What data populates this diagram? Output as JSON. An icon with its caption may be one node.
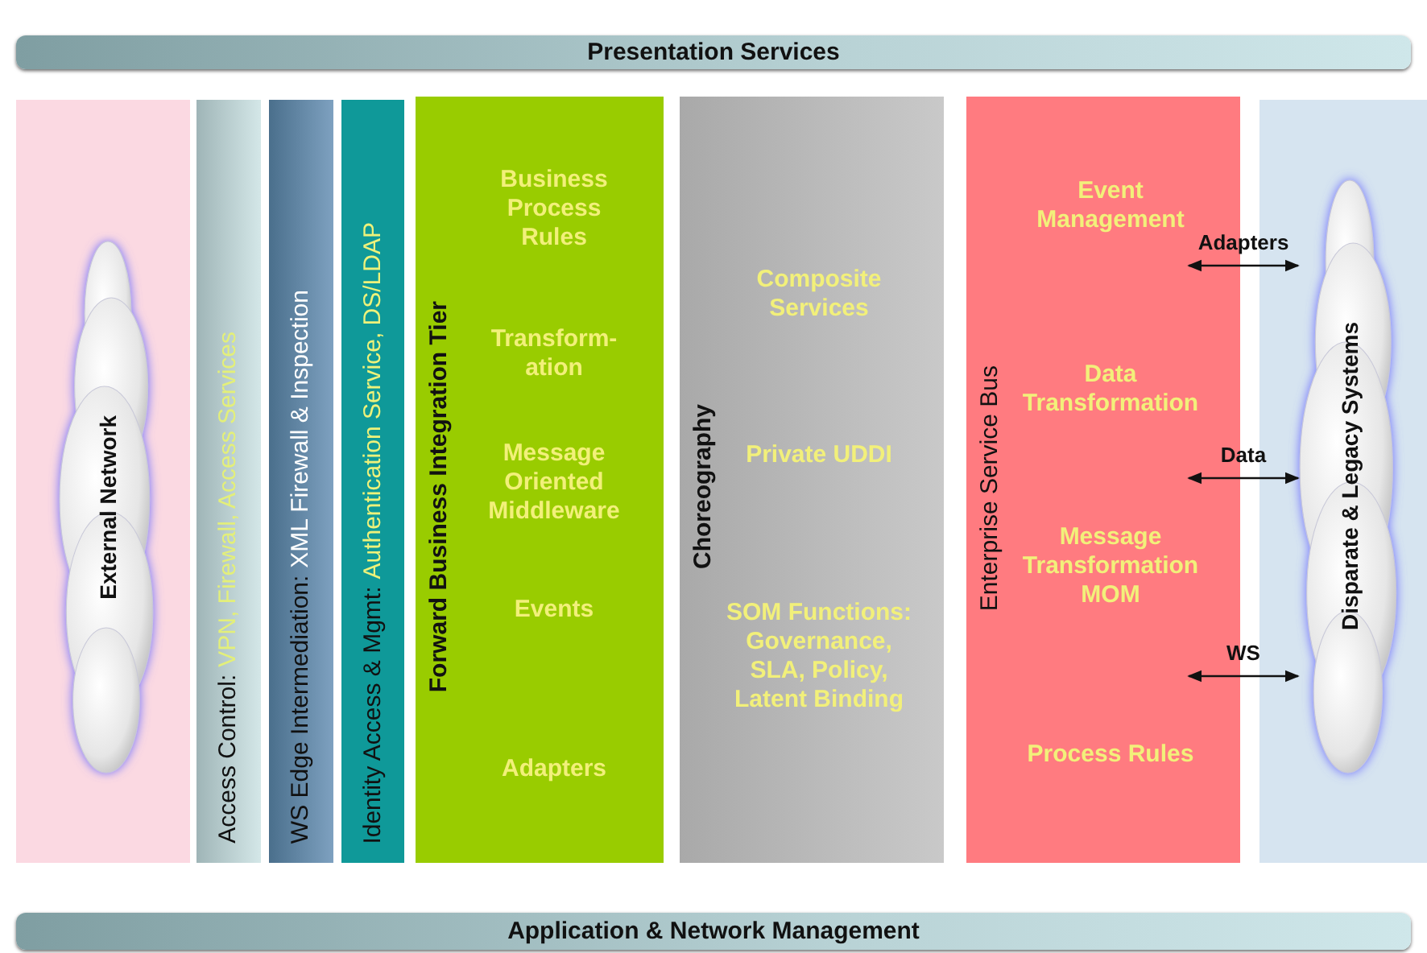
{
  "diagram": {
    "nodes": [
      {
        "text": [
          "Presentation Services"
        ]
      },
      {
        "text": [],
        "shape": "box"
      },
      {
        "text": [
          "External Network"
        ],
        "in": 1
      },
      {
        "text": [
          "Access Control:",
          "VPN, Firewall, Access Services"
        ]
      },
      {
        "text": [
          "WS Edge Intermediation:",
          "XML Firewall & Inspection"
        ]
      },
      {
        "text": [
          "Identity Access & Mgmt:",
          "Authentication Service, DS/LDAP"
        ]
      },
      {
        "text": [
          "Forward Business Integration Tier",
          "Business Process Rules",
          "Transform- ation",
          "Message Oriented Middleware",
          "Events",
          "Adapters"
        ]
      },
      {
        "text": [
          "Choreography",
          "Composite Services",
          "Private UDDI",
          "SOM Functions: Governance, SLA, Policy, Latent Binding"
        ]
      },
      {
        "text": [
          "Enterprise Service Bus",
          "Event Management",
          "Data Transformation",
          "Message Transformation MOM",
          "Process Rules"
        ]
      },
      {
        "text": [],
        "shape": "box"
      },
      {
        "text": [
          "Disparate & Legacy Systems"
        ],
        "in": 9
      },
      {
        "text": [
          "Application & Network Management"
        ]
      }
    ],
    "edges": [
      {
        "from": 8,
        "to": 10,
        "arrow": "both",
        "label": "Adapters"
      },
      {
        "from": 8,
        "to": 10,
        "arrow": "both",
        "label": "Data"
      },
      {
        "from": 8,
        "to": 10,
        "arrow": "both",
        "label": "WS"
      }
    ]
  }
}
